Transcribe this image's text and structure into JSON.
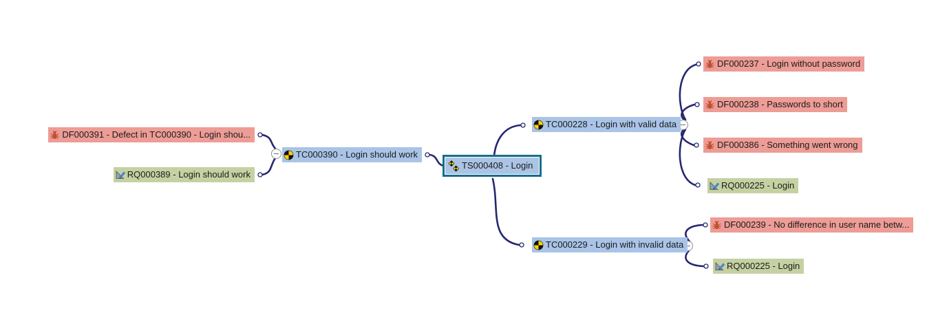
{
  "view": {
    "name": "test-structure-mindmap"
  },
  "colors": {
    "defect_bg": "#ed9c96",
    "requirement_bg": "#c5d1a2",
    "testcase_bg": "#a9c4e7",
    "root_bg": "#abc4e4",
    "root_border": "#146e8d",
    "connector": "#26276f",
    "bug_icon": "#c0512e",
    "pencil_icon": "#4b86c8",
    "marker_yellow": "#ffd400",
    "marker_black": "#111111"
  },
  "icons": {
    "defect": "bug-icon",
    "requirement": "pencil-triangle-icon",
    "testcase": "crash-test-marker-icon",
    "testsuite": "double-marker-icon",
    "collapse": "minus-circle-icon"
  },
  "nodes": {
    "ts408": {
      "label": "TS000408 - Login",
      "type": "testsuite"
    },
    "tc390": {
      "label": "TC000390 - Login should work",
      "type": "testcase"
    },
    "df391": {
      "label": "DF000391 - Defect in TC000390 - Login shou...",
      "type": "defect"
    },
    "rq389": {
      "label": "RQ000389 - Login should work",
      "type": "requirement"
    },
    "tc228": {
      "label": "TC000228 - Login with valid data",
      "type": "testcase"
    },
    "df237": {
      "label": "DF000237 - Login without password",
      "type": "defect"
    },
    "df238": {
      "label": "DF000238 - Passwords to short",
      "type": "defect"
    },
    "df386": {
      "label": "DF000386 - Something went wrong",
      "type": "defect"
    },
    "rq225a": {
      "label": "RQ000225 - Login",
      "type": "requirement"
    },
    "tc229": {
      "label": "TC000229 - Login with invalid data",
      "type": "testcase"
    },
    "df239": {
      "label": "DF000239 - No difference in user name betw...",
      "type": "defect"
    },
    "rq225b": {
      "label": "RQ000225 - Login",
      "type": "requirement"
    }
  }
}
